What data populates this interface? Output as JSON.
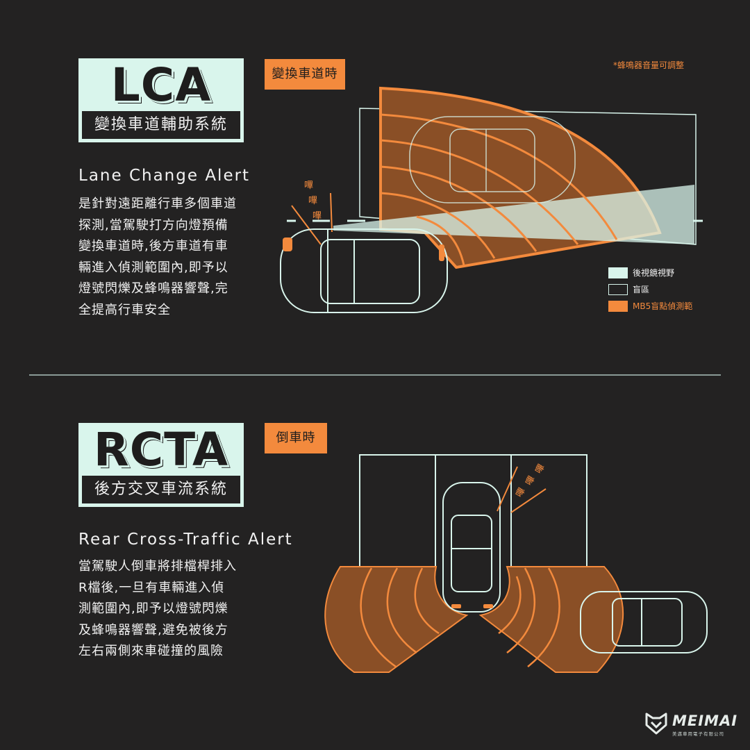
{
  "lca": {
    "title": "LCA",
    "subtitle": "變換車道輔助系統",
    "tag": "變換車道時",
    "en_title": "Lane Change Alert",
    "desc_lines": [
      "是針對遠距離行車多個車道",
      "探測,當駕駛打方向燈預備",
      "變換車道時,後方車道有車",
      "輛進入偵測範圍內,即予以",
      "燈號閃爍及蜂鳴器響聲,完",
      "全提高行車安全"
    ],
    "note": "*蜂鳴器音量可調整",
    "beep": [
      "嗶",
      "嗶",
      "嗶"
    ],
    "legend": [
      {
        "label": "後視鏡視野",
        "color": "#d9f5ec"
      },
      {
        "label": "盲區",
        "color": "#232222"
      },
      {
        "label": "MB5盲點偵測範",
        "color": "#f38a3d"
      }
    ]
  },
  "rcta": {
    "title": "RCTA",
    "subtitle": "後方交叉車流系統",
    "tag": "倒車時",
    "en_title": "Rear Cross-Traffic Alert",
    "desc_lines": [
      "當駕駛人倒車將排檔桿排入",
      "R檔後,一旦有車輛進入偵",
      "測範圍內,即予以燈號閃爍",
      "及蜂鳴器響聲,避免被後方",
      "左右兩側來車碰撞的風險"
    ],
    "beep": [
      "嗶",
      "嗶",
      "嗶"
    ]
  },
  "brand": {
    "name": "MEIMAI",
    "company": "美邁車用電子有限公司"
  },
  "colors": {
    "background": "#232222",
    "mint": "#d9f5ec",
    "orange": "#f38a3d",
    "brown": "#8a4f26"
  }
}
